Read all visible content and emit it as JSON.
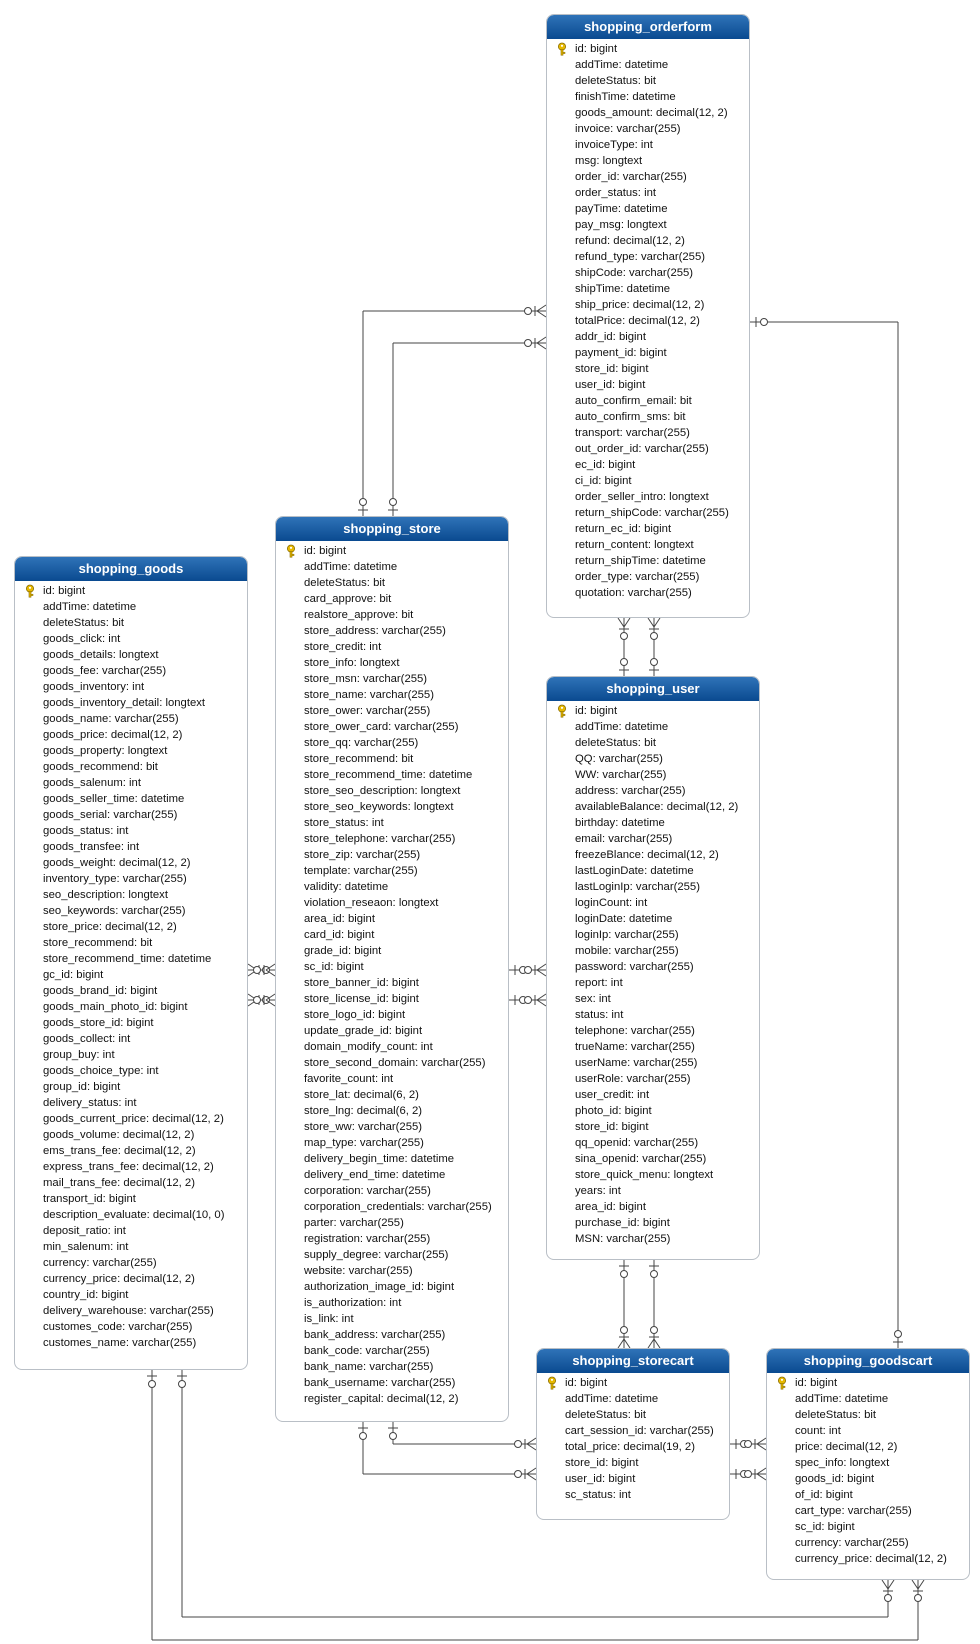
{
  "colors": {
    "header_top": "#2f73b8",
    "header_bottom": "#0a4a90",
    "header_text": "#ffffff",
    "border": "#b9bfc6",
    "line": "#444444",
    "key": "#e6b800"
  },
  "icons": {
    "primary_key": "key-icon"
  },
  "entities": {
    "orderform": {
      "title": "shopping_orderform",
      "columns": [
        "id: bigint",
        "addTime: datetime",
        "deleteStatus: bit",
        "finishTime: datetime",
        "goods_amount: decimal(12, 2)",
        "invoice: varchar(255)",
        "invoiceType: int",
        "msg: longtext",
        "order_id: varchar(255)",
        "order_status: int",
        "payTime: datetime",
        "pay_msg: longtext",
        "refund: decimal(12, 2)",
        "refund_type: varchar(255)",
        "shipCode: varchar(255)",
        "shipTime: datetime",
        "ship_price: decimal(12, 2)",
        "totalPrice: decimal(12, 2)",
        "addr_id: bigint",
        "payment_id: bigint",
        "store_id: bigint",
        "user_id: bigint",
        "auto_confirm_email: bit",
        "auto_confirm_sms: bit",
        "transport: varchar(255)",
        "out_order_id: varchar(255)",
        "ec_id: bigint",
        "ci_id: bigint",
        "order_seller_intro: longtext",
        "return_shipCode: varchar(255)",
        "return_ec_id: bigint",
        "return_content: longtext",
        "return_shipTime: datetime",
        "order_type: varchar(255)",
        "quotation: varchar(255)"
      ]
    },
    "store": {
      "title": "shopping_store",
      "columns": [
        "id: bigint",
        "addTime: datetime",
        "deleteStatus: bit",
        "card_approve: bit",
        "realstore_approve: bit",
        "store_address: varchar(255)",
        "store_credit: int",
        "store_info: longtext",
        "store_msn: varchar(255)",
        "store_name: varchar(255)",
        "store_ower: varchar(255)",
        "store_ower_card: varchar(255)",
        "store_qq: varchar(255)",
        "store_recommend: bit",
        "store_recommend_time: datetime",
        "store_seo_description: longtext",
        "store_seo_keywords: longtext",
        "store_status: int",
        "store_telephone: varchar(255)",
        "store_zip: varchar(255)",
        "template: varchar(255)",
        "validity: datetime",
        "violation_reseaon: longtext",
        "area_id: bigint",
        "card_id: bigint",
        "grade_id: bigint",
        "sc_id: bigint",
        "store_banner_id: bigint",
        "store_license_id: bigint",
        "store_logo_id: bigint",
        "update_grade_id: bigint",
        "domain_modify_count: int",
        "store_second_domain: varchar(255)",
        "favorite_count: int",
        "store_lat: decimal(6, 2)",
        "store_lng: decimal(6, 2)",
        "store_ww: varchar(255)",
        "map_type: varchar(255)",
        "delivery_begin_time: datetime",
        "delivery_end_time: datetime",
        "corporation: varchar(255)",
        "corporation_credentials: varchar(255)",
        "parter: varchar(255)",
        "registration: varchar(255)",
        "supply_degree: varchar(255)",
        "website: varchar(255)",
        "authorization_image_id: bigint",
        "is_authorization: int",
        "is_link: int",
        "bank_address: varchar(255)",
        "bank_code: varchar(255)",
        "bank_name: varchar(255)",
        "bank_username: varchar(255)",
        "register_capital: decimal(12, 2)"
      ]
    },
    "goods": {
      "title": "shopping_goods",
      "columns": [
        "id: bigint",
        "addTime: datetime",
        "deleteStatus: bit",
        "goods_click: int",
        "goods_details: longtext",
        "goods_fee: varchar(255)",
        "goods_inventory: int",
        "goods_inventory_detail: longtext",
        "goods_name: varchar(255)",
        "goods_price: decimal(12, 2)",
        "goods_property: longtext",
        "goods_recommend: bit",
        "goods_salenum: int",
        "goods_seller_time: datetime",
        "goods_serial: varchar(255)",
        "goods_status: int",
        "goods_transfee: int",
        "goods_weight: decimal(12, 2)",
        "inventory_type: varchar(255)",
        "seo_description: longtext",
        "seo_keywords: varchar(255)",
        "store_price: decimal(12, 2)",
        "store_recommend: bit",
        "store_recommend_time: datetime",
        "gc_id: bigint",
        "goods_brand_id: bigint",
        "goods_main_photo_id: bigint",
        "goods_store_id: bigint",
        "goods_collect: int",
        "group_buy: int",
        "goods_choice_type: int",
        "group_id: bigint",
        "delivery_status: int",
        "goods_current_price: decimal(12, 2)",
        "goods_volume: decimal(12, 2)",
        "ems_trans_fee: decimal(12, 2)",
        "express_trans_fee: decimal(12, 2)",
        "mail_trans_fee: decimal(12, 2)",
        "transport_id: bigint",
        "description_evaluate: decimal(10, 0)",
        "deposit_ratio: int",
        "min_salenum: int",
        "currency: varchar(255)",
        "currency_price: decimal(12, 2)",
        "country_id: bigint",
        "delivery_warehouse: varchar(255)",
        "customes_code: varchar(255)",
        "customes_name: varchar(255)"
      ]
    },
    "user": {
      "title": "shopping_user",
      "columns": [
        "id: bigint",
        "addTime: datetime",
        "deleteStatus: bit",
        "QQ: varchar(255)",
        "WW: varchar(255)",
        "address: varchar(255)",
        "availableBalance: decimal(12, 2)",
        "birthday: datetime",
        "email: varchar(255)",
        "freezeBlance: decimal(12, 2)",
        "lastLoginDate: datetime",
        "lastLoginIp: varchar(255)",
        "loginCount: int",
        "loginDate: datetime",
        "loginIp: varchar(255)",
        "mobile: varchar(255)",
        "password: varchar(255)",
        "report: int",
        "sex: int",
        "status: int",
        "telephone: varchar(255)",
        "trueName: varchar(255)",
        "userName: varchar(255)",
        "userRole: varchar(255)",
        "user_credit: int",
        "photo_id: bigint",
        "store_id: bigint",
        "qq_openid: varchar(255)",
        "sina_openid: varchar(255)",
        "store_quick_menu: longtext",
        "years: int",
        "area_id: bigint",
        "purchase_id: bigint",
        "MSN: varchar(255)"
      ]
    },
    "storecart": {
      "title": "shopping_storecart",
      "columns": [
        "id: bigint",
        "addTime: datetime",
        "deleteStatus: bit",
        "cart_session_id: varchar(255)",
        "total_price: decimal(19, 2)",
        "store_id: bigint",
        "user_id: bigint",
        "sc_status: int"
      ]
    },
    "goodscart": {
      "title": "shopping_goodscart",
      "columns": [
        "id: bigint",
        "addTime: datetime",
        "deleteStatus: bit",
        "count: int",
        "price: decimal(12, 2)",
        "spec_info: longtext",
        "goods_id: bigint",
        "of_id: bigint",
        "cart_type: varchar(255)",
        "sc_id: bigint",
        "currency: varchar(255)",
        "currency_price: decimal(12, 2)"
      ]
    }
  }
}
